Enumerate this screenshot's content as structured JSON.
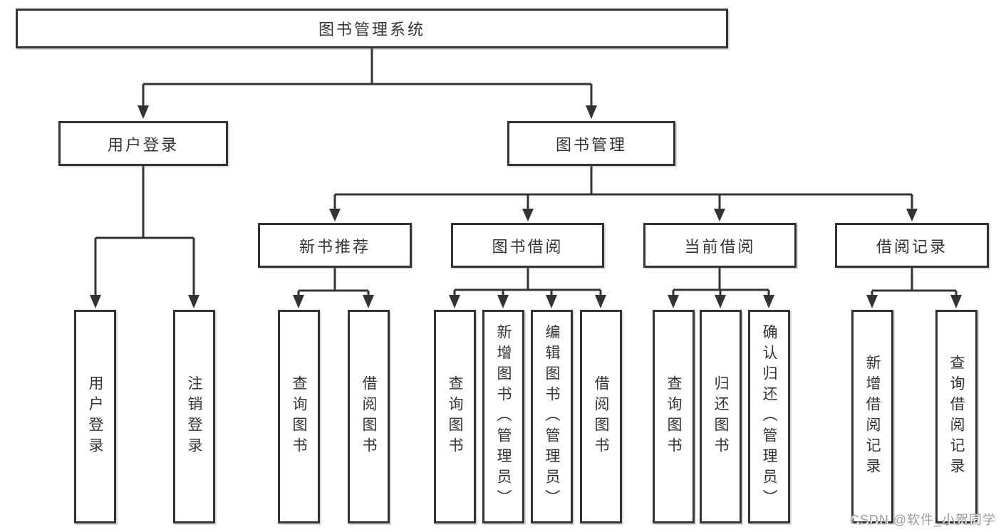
{
  "nodes": {
    "root": "图书管理系统",
    "level2": [
      {
        "label": "用户登录",
        "children": [
          "用户登录",
          "注销登录"
        ]
      },
      {
        "label": "图书管理"
      }
    ],
    "level3": [
      {
        "label": "新书推荐",
        "children": [
          "查询图书",
          "借阅图书"
        ]
      },
      {
        "label": "图书借阅",
        "children": [
          "查询图书",
          "新增图书（管理员）",
          "编辑图书（管理员）",
          "借阅图书"
        ]
      },
      {
        "label": "当前借阅",
        "children": [
          "查询图书",
          "归还图书",
          "确认归还（管理员）"
        ]
      },
      {
        "label": "借阅记录",
        "children": [
          "新增借阅记录",
          "查询借阅记录"
        ]
      }
    ]
  },
  "watermark": {
    "text": "CSDN @软件_小贺同学"
  },
  "colors": {
    "line": "#333333",
    "box_border": "#333333",
    "text": "#333333",
    "watermark": "#9c9c9c",
    "background": "#ffffff"
  }
}
